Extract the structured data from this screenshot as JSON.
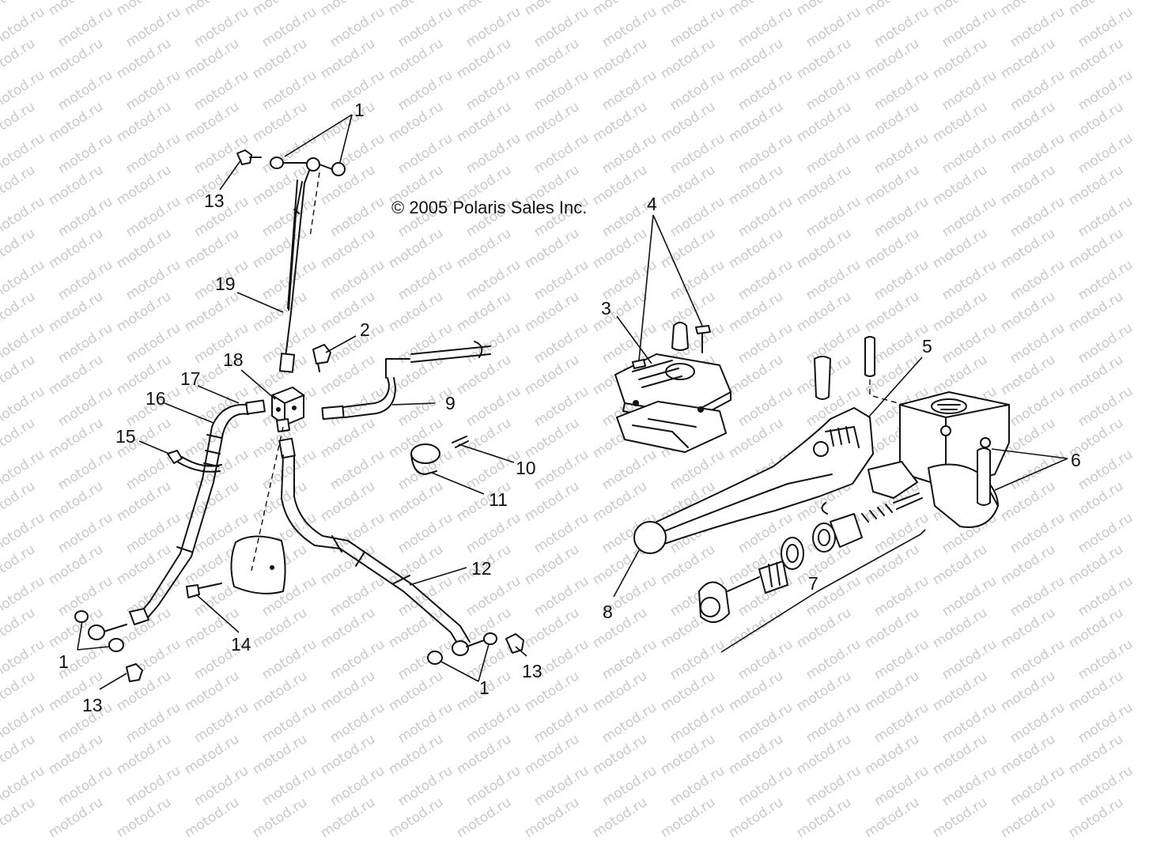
{
  "watermark": "motod.ru",
  "copyright": "© 2005 Polaris Sales Inc.",
  "callouts": {
    "c1a": "1",
    "c1b": "1",
    "c1c": "1",
    "c2": "2",
    "c3": "3",
    "c4": "4",
    "c5": "5",
    "c6": "6",
    "c7": "7",
    "c8": "8",
    "c9": "9",
    "c10": "10",
    "c11": "11",
    "c12": "12",
    "c13a": "13",
    "c13b": "13",
    "c13c": "13",
    "c14": "14",
    "c15": "15",
    "c16": "16",
    "c17": "17",
    "c18": "18",
    "c19": "19"
  }
}
